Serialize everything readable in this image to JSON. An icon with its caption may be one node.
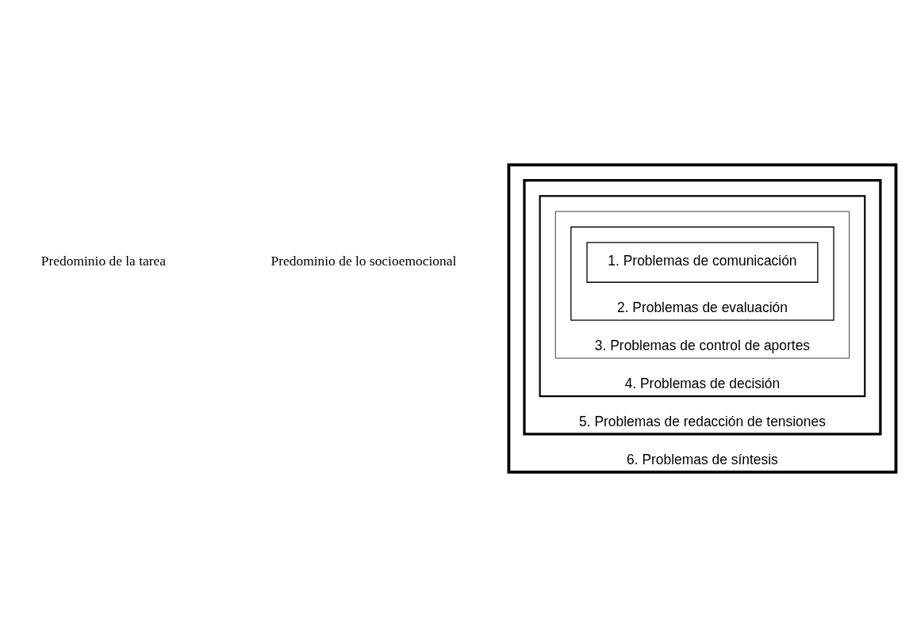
{
  "diagram": {
    "nodes": [
      {
        "text": [
          "6. Problemas de síntesis"
        ]
      },
      {
        "text": [
          "5. Problemas de redacción de tensiones"
        ],
        "in": 0
      },
      {
        "text": [
          "4. Problemas de decisión"
        ],
        "in": 1
      },
      {
        "text": [
          "3. Problemas de control de aportes"
        ],
        "in": 2
      },
      {
        "text": [
          "2. Problemas de evaluación"
        ],
        "in": 3
      },
      {
        "text": [
          "1. Problemas de comunicación"
        ],
        "in": 4
      }
    ],
    "labels": [
      "Predominio de la tarea",
      "Predominio de lo socioemocional"
    ]
  }
}
